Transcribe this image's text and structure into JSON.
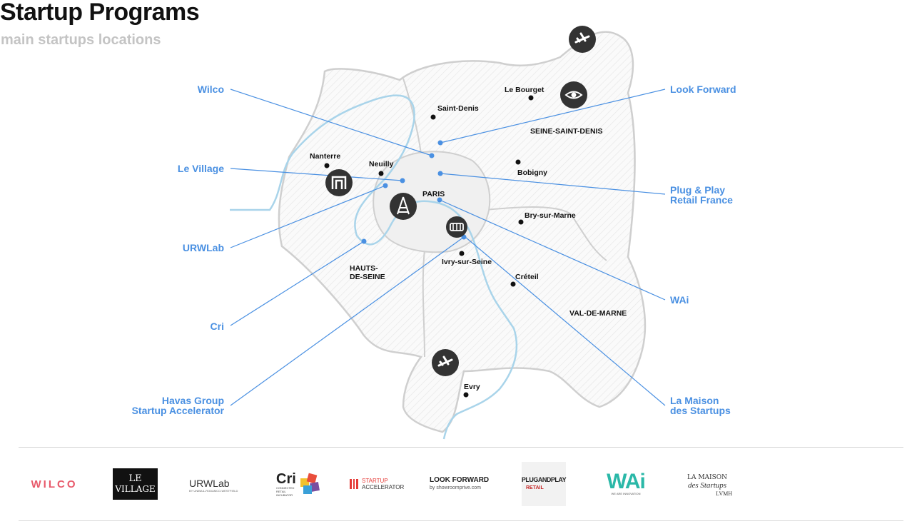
{
  "header": {
    "title": "Startup Programs",
    "subtitle": "main startups locations"
  },
  "places": [
    "Le Bourget",
    "Saint-Denis",
    "SEINE-SAINT-DENIS",
    "Nanterre",
    "Neuilly",
    "Bobigny",
    "PARIS",
    "Bry-sur-Marne",
    "Ivry-sur-Seine",
    "HAUTS-",
    "DE-SEINE",
    "Créteil",
    "VAL-DE-MARNE",
    "Evry"
  ],
  "callouts": [
    {
      "id": "wilco",
      "label": "Wilco"
    },
    {
      "id": "le-village",
      "label": "Le Village"
    },
    {
      "id": "urwlab",
      "label": "URWLab"
    },
    {
      "id": "cri",
      "label": "Cri"
    },
    {
      "id": "havas",
      "label": "Havas Group\nStartup Accelerator"
    },
    {
      "id": "look-forward",
      "label": "Look Forward"
    },
    {
      "id": "plug-play",
      "label": "Plug & Play\nRetail France"
    },
    {
      "id": "wai",
      "label": "WAi"
    },
    {
      "id": "maison",
      "label": "La Maison\ndes Startups"
    }
  ],
  "icons": [
    "airplane-icon",
    "eye-icon",
    "arch-icon",
    "eiffel-tower-icon",
    "stadium-icon",
    "airplane-icon"
  ],
  "logos": {
    "wilco": "WILCO",
    "village_1": "LE",
    "village_2": "VILLAGE",
    "urwlab": "URWLab",
    "urwlab_sub": "BY UNIBAIL-RODAMCO-WESTFIELD",
    "cri": "Cri",
    "cri_sub": "CONNECTED RETAIL INCUBATOR",
    "startup_1": "STARTUP",
    "startup_2": "ACCELERATOR",
    "lookforward": "LOOK FORWARD",
    "lookforward_sub": "by showroomprive.com",
    "plug_1": "PLUGANDPLAY",
    "plug_2": "RETAIL",
    "wai": "WAi",
    "wai_sub": "WE ARE INNOVATION",
    "maison_1": "LA MAISON",
    "maison_2": "des Startups",
    "maison_3": "LVMH"
  },
  "colors": {
    "accent": "#4a90e2",
    "river": "#a9d4ea",
    "icon_bg": "#333333",
    "border": "#cccccc"
  }
}
